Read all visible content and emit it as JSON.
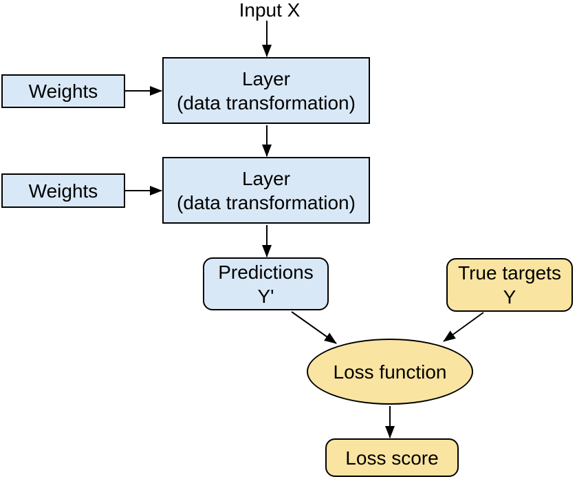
{
  "colors": {
    "blue_fill": "#D9E8F6",
    "yellow_fill": "#F9E4A1",
    "stroke": "#000000",
    "background": "#FFFFFF"
  },
  "nodes": {
    "input": {
      "label": "Input X"
    },
    "weights_1": {
      "label": "Weights"
    },
    "layer_1": {
      "line1": "Layer",
      "line2": "(data transformation)"
    },
    "weights_2": {
      "label": "Weights"
    },
    "layer_2": {
      "line1": "Layer",
      "line2": "(data transformation)"
    },
    "predictions": {
      "line1": "Predictions",
      "line2": "Y'"
    },
    "true_targets": {
      "line1": "True targets",
      "line2": "Y"
    },
    "loss_function": {
      "label": "Loss function"
    },
    "loss_score": {
      "label": "Loss score"
    }
  },
  "edges": [
    {
      "from": "input",
      "to": "layer_1"
    },
    {
      "from": "weights_1",
      "to": "layer_1"
    },
    {
      "from": "layer_1",
      "to": "layer_2"
    },
    {
      "from": "weights_2",
      "to": "layer_2"
    },
    {
      "from": "layer_2",
      "to": "predictions"
    },
    {
      "from": "predictions",
      "to": "loss_function"
    },
    {
      "from": "true_targets",
      "to": "loss_function"
    },
    {
      "from": "loss_function",
      "to": "loss_score"
    }
  ]
}
